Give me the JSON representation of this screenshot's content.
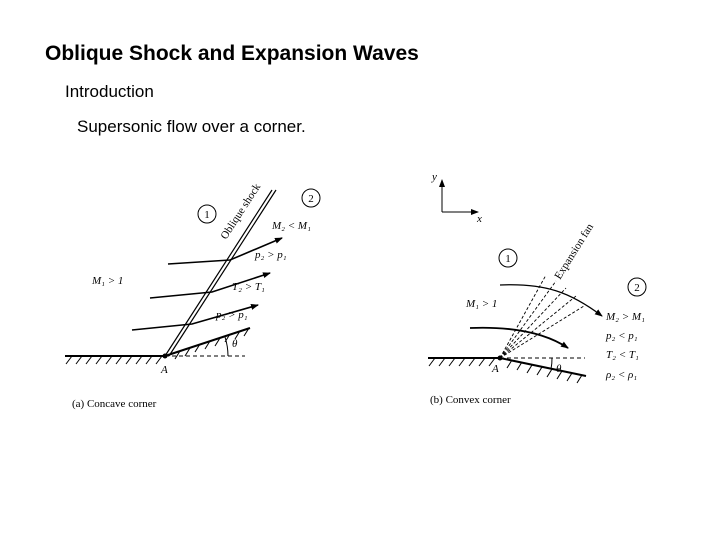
{
  "slide": {
    "title": "Oblique Shock and Expansion Waves",
    "subtitle": "Introduction",
    "body": "Supersonic flow over a corner."
  },
  "figure_a": {
    "region_1": "1",
    "region_2": "2",
    "shock_label": "Oblique shock",
    "m2_lt_m1": "M₂ < M₁",
    "p2_gt_p1_upper": "p₂ > p₁",
    "m1_gt_1": "M₁ > 1",
    "t2_gt_t1": "T₂ > T₁",
    "p2_gt_p1_lower": "p₂ > p₁",
    "theta": "θ",
    "corner": "A",
    "caption": "(a) Concave corner"
  },
  "figure_b": {
    "axis_y": "y",
    "axis_x": "x",
    "region_1": "1",
    "region_2": "2",
    "fan_label": "Expansion fan",
    "m1_gt_1": "M₁ > 1",
    "m2_gt_m1": "M₂ > M₁",
    "p2_lt_p1": "p₂ < p₁",
    "t2_lt_t1": "T₂ < T₁",
    "rho2_lt_rho1": "ρ₂ < ρ₁",
    "theta": "θ",
    "corner": "A",
    "caption": "(b) Convex corner"
  },
  "colors": {
    "ink": "#000000",
    "background": "#ffffff"
  }
}
